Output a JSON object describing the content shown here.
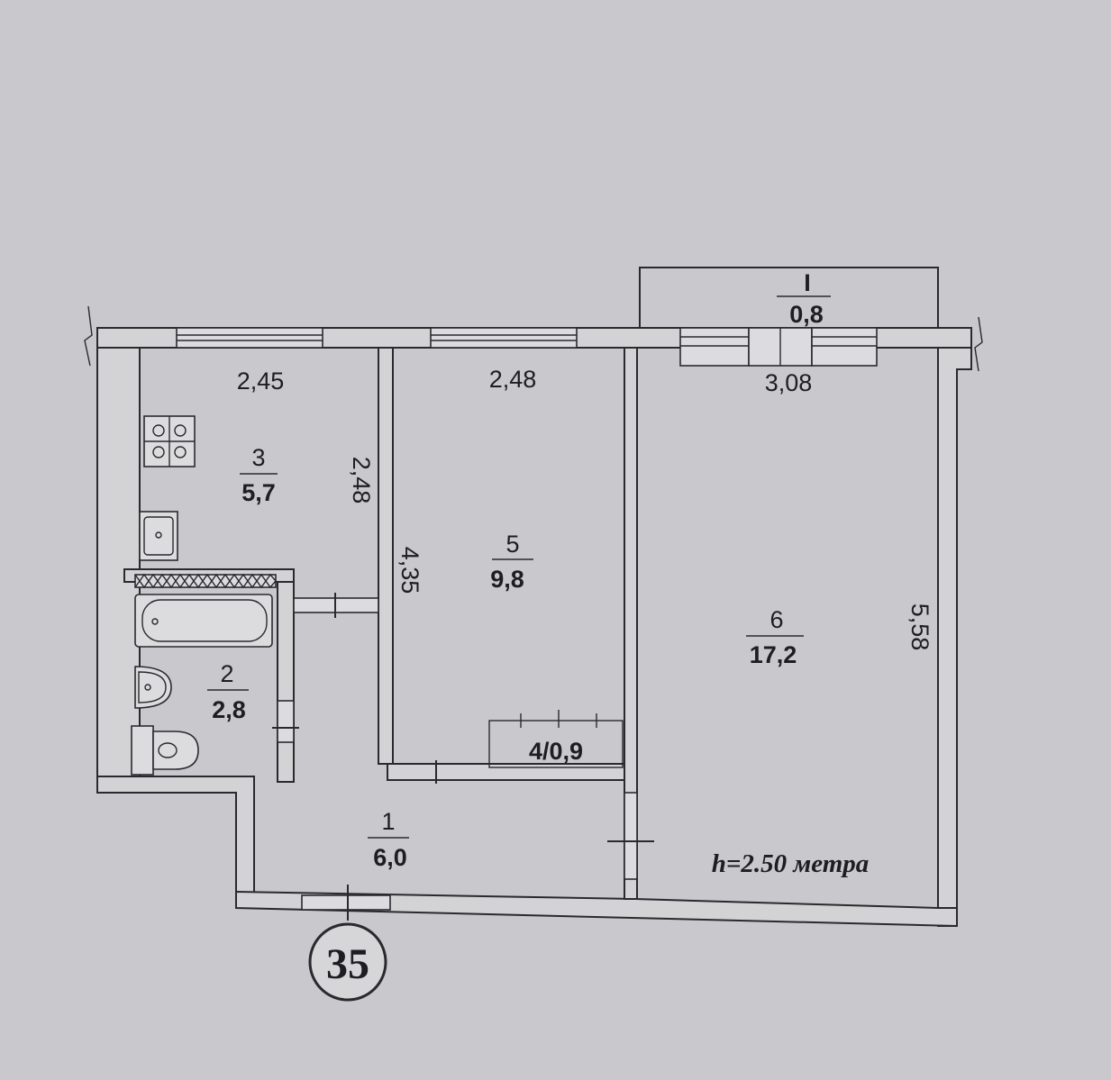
{
  "rooms": [
    {
      "id": "3",
      "number": "3",
      "area": "5,7"
    },
    {
      "id": "5",
      "number": "5",
      "area": "9,8"
    },
    {
      "id": "6",
      "number": "6",
      "area": "17,2"
    },
    {
      "id": "2",
      "number": "2",
      "area": "2,8"
    },
    {
      "id": "1",
      "number": "1",
      "area": "6,0"
    },
    {
      "id": "4",
      "label": "4/0,9"
    },
    {
      "id": "balcony",
      "number": "I",
      "area": "0,8"
    }
  ],
  "dimensions": {
    "kitchen_width": "2,45",
    "kitchen_depth": "2,48",
    "room5_width": "2,48",
    "room5_depth": "4,35",
    "room6_width": "3,08",
    "room6_depth": "5,58"
  },
  "ceiling_height": "h=2.50 метра",
  "apartment_number": "35"
}
